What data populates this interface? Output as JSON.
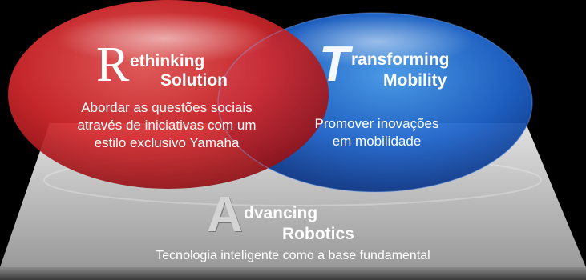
{
  "left_circle": {
    "initial": "R",
    "line1": "ethinking",
    "line2": "Solution",
    "description": [
      "Abordar as questões sociais",
      "através de iniciativas com um",
      "estilo exclusivo Yamaha"
    ],
    "color": "#d42a2e"
  },
  "right_circle": {
    "initial": "T",
    "line1": "ransforming",
    "line2": "Mobility",
    "description": [
      "Promover inovações",
      "em mobilidade"
    ],
    "color": "#1f63c9"
  },
  "base": {
    "initial": "A",
    "line1": "dvancing",
    "line2": "Robotics",
    "description": "Tecnologia inteligente como a base fundamental",
    "color": "#9a9a9a"
  }
}
